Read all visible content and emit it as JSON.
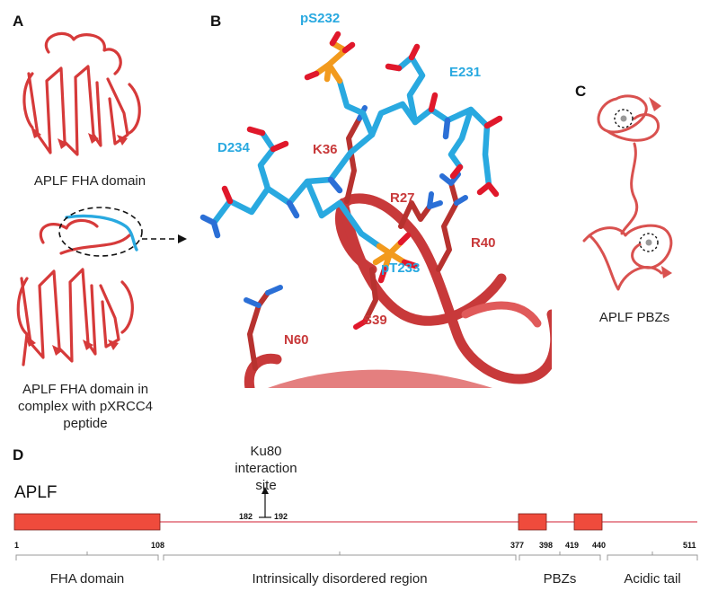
{
  "colors": {
    "ribbon": "#d63a3a",
    "ribbon_dark": "#a52424",
    "peptide": "#29a9e0",
    "phosphate": "#f29a1d",
    "oxygen": "#e0182b",
    "nitrogen": "#2b6fd6",
    "bar": "#ef4b3c",
    "line": "#d94b5a"
  },
  "panels": {
    "a": {
      "letter": "A",
      "top_caption": "APLF FHA domain",
      "bottom_caption": "APLF FHA domain in complex with pXRCC4 peptide"
    },
    "b": {
      "letter": "B",
      "labels_blue": [
        "pS232",
        "E231",
        "D234",
        "pT233"
      ],
      "labels_red": [
        "K36",
        "R27",
        "R40",
        "S39",
        "N60"
      ]
    },
    "c": {
      "letter": "C",
      "caption": "APLF PBZs"
    },
    "d": {
      "letter": "D",
      "protein": "APLF",
      "site_label": "Ku80 interaction site",
      "site_start": "182",
      "site_end": "192",
      "positions": [
        "1",
        "108",
        "377",
        "398",
        "419",
        "440",
        "511"
      ],
      "regions": [
        "FHA domain",
        "Intrinsically disordered region",
        "PBZs",
        "Acidic tail"
      ]
    }
  }
}
